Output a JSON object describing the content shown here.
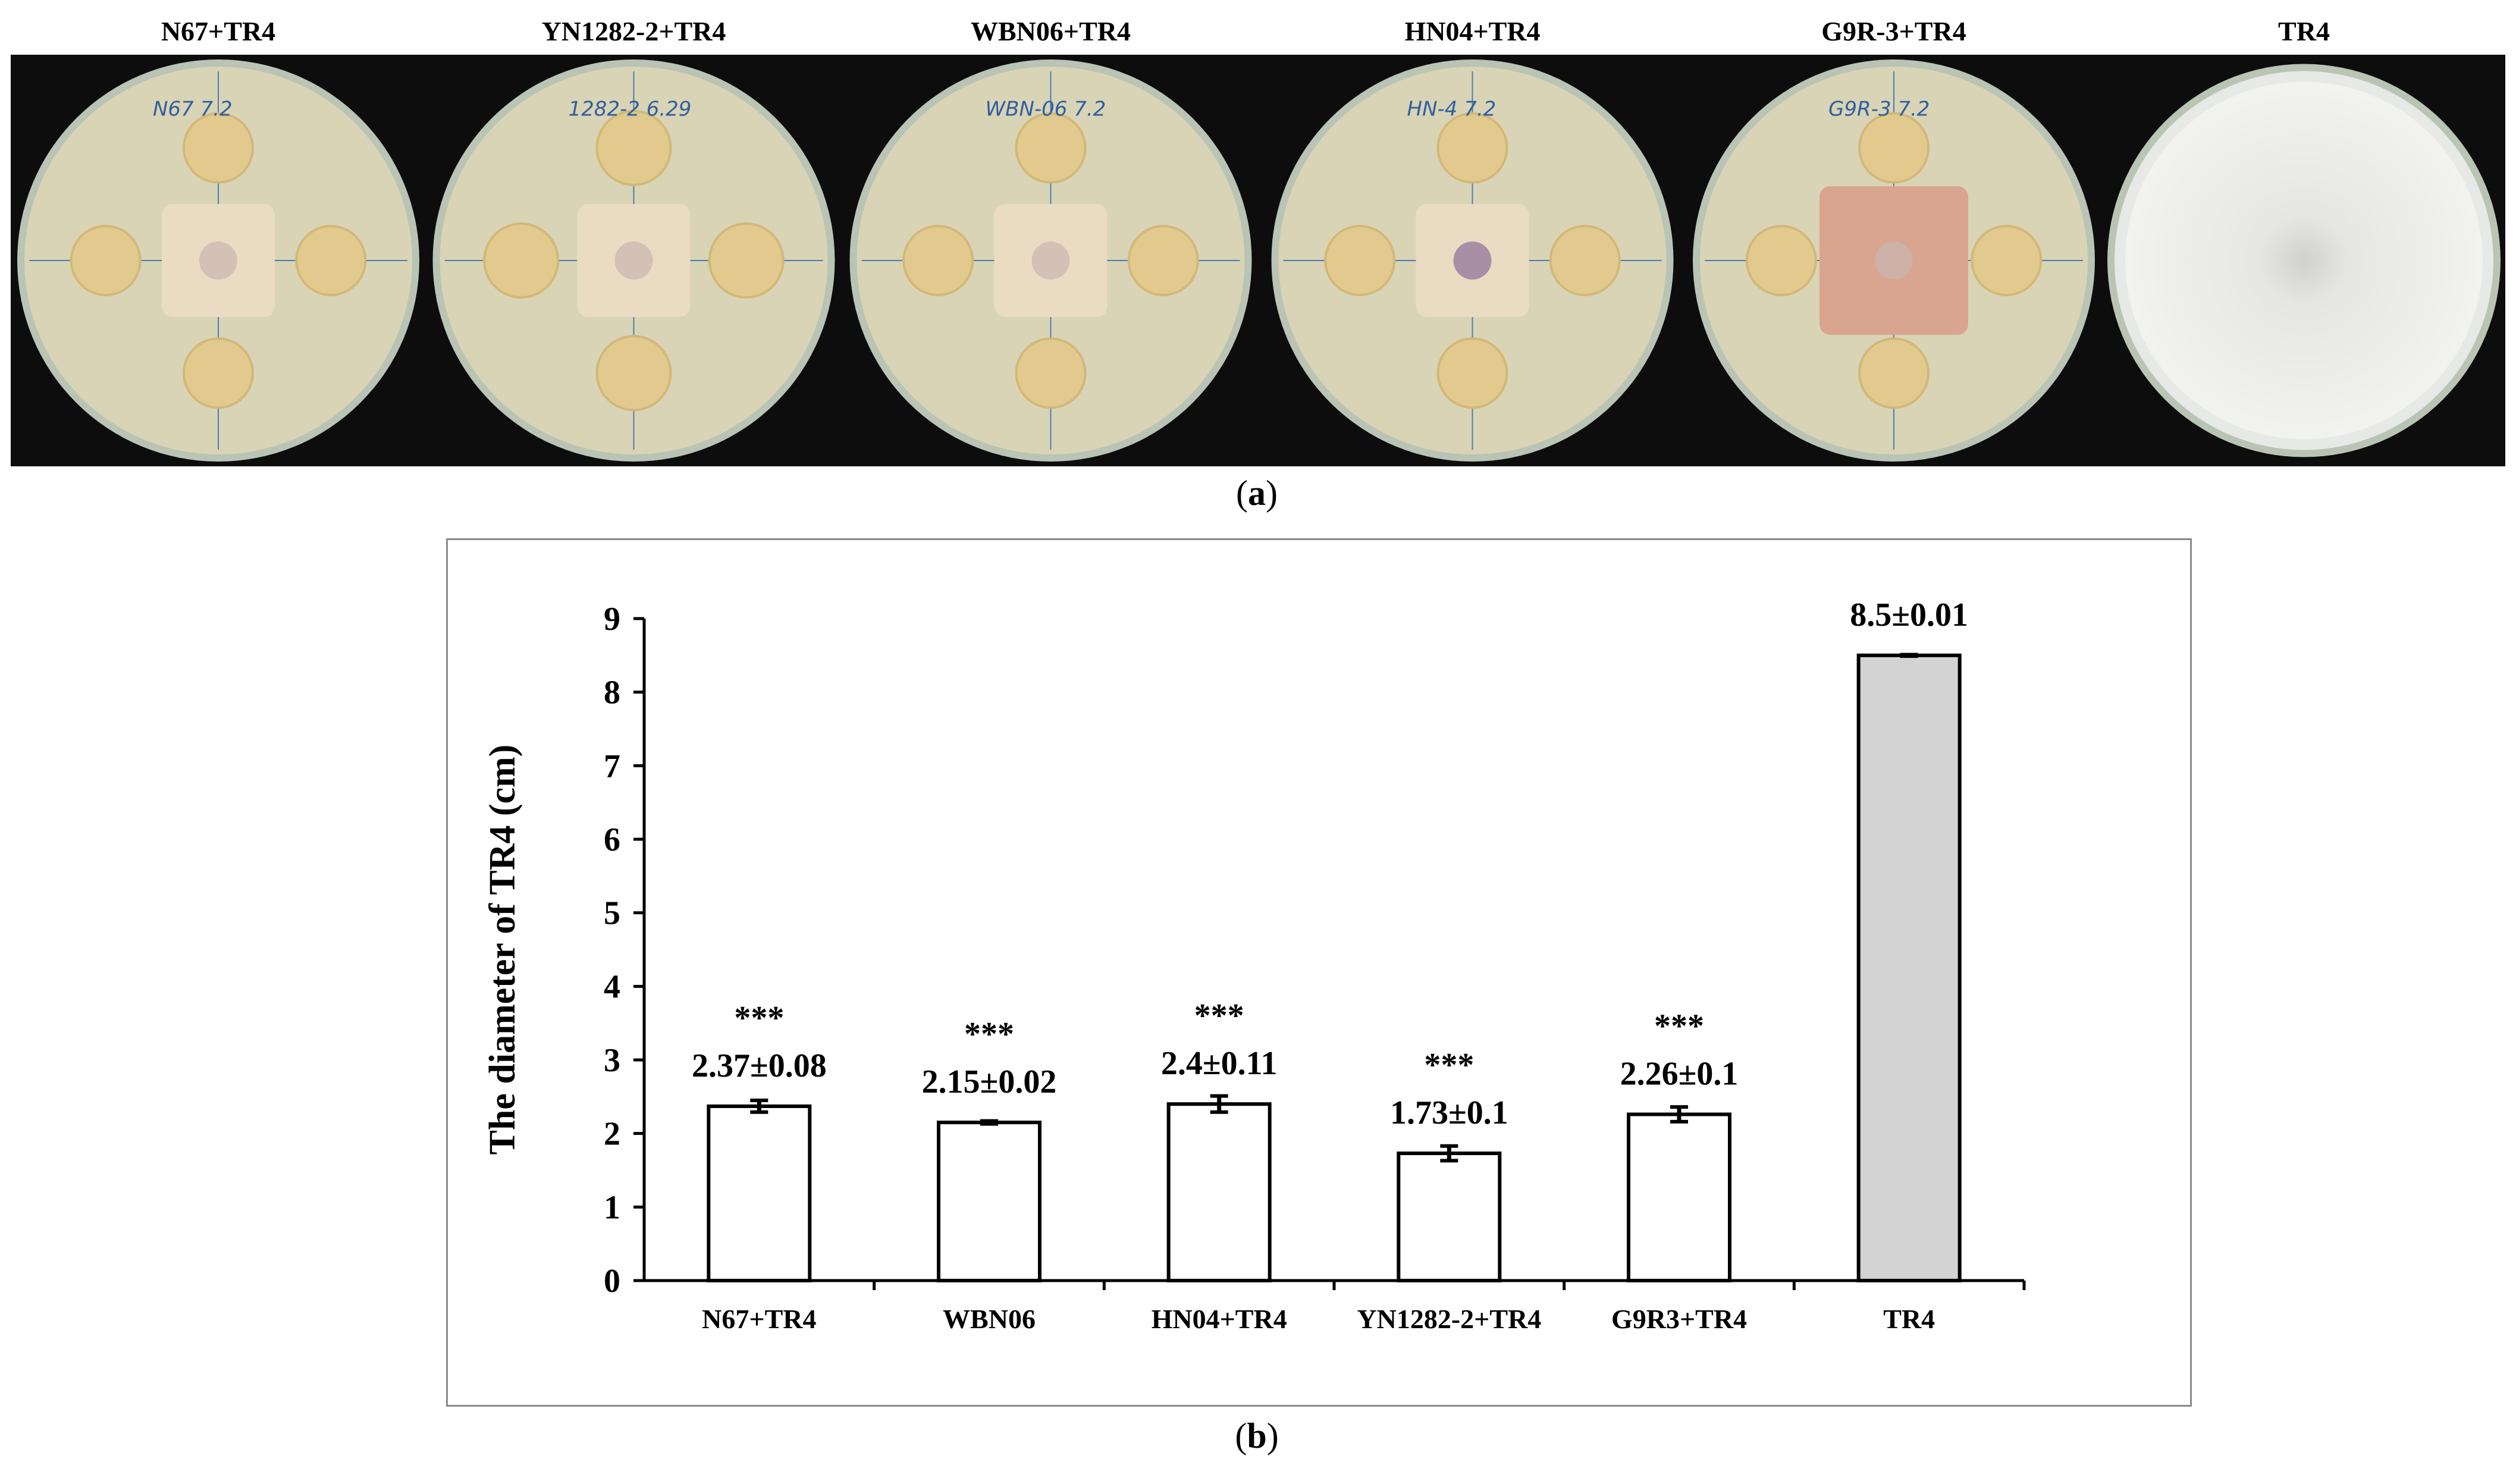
{
  "panel_a": {
    "caption_open": "(",
    "caption_letter": "a",
    "caption_close": ")",
    "plates": [
      {
        "label": "N67+TR4",
        "dish_text": "N67 7.2",
        "kind": "dual"
      },
      {
        "label": "YN1282-2+TR4",
        "dish_text": "1282-2 6.29",
        "kind": "dual"
      },
      {
        "label": "WBN06+TR4",
        "dish_text": "WBN-06 7.2",
        "kind": "dual"
      },
      {
        "label": "HN04+TR4",
        "dish_text": "HN-4 7.2",
        "kind": "dual"
      },
      {
        "label": "G9R-3+TR4",
        "dish_text": "G9R-3 7.2",
        "kind": "dual"
      },
      {
        "label": "TR4",
        "dish_text": "",
        "kind": "control"
      }
    ]
  },
  "panel_b": {
    "caption_open": "(",
    "caption_letter": "b",
    "caption_close": ")"
  },
  "chart_data": {
    "type": "bar",
    "categories": [
      "N67+TR4",
      "WBN06",
      "HN04+TR4",
      "YN1282-2+TR4",
      "G9R3+TR4",
      "TR4"
    ],
    "values": [
      2.37,
      2.15,
      2.4,
      1.73,
      2.26,
      8.5
    ],
    "errors": [
      0.08,
      0.02,
      0.11,
      0.1,
      0.1,
      0.01
    ],
    "data_labels": [
      "2.37±0.08",
      "2.15±0.02",
      "2.4±0.11",
      "1.73±0.1",
      "2.26±0.1",
      "8.5±0.01"
    ],
    "significance": [
      "***",
      "***",
      "***",
      "***",
      "***",
      ""
    ],
    "bar_colors": [
      "#ffffff",
      "#ffffff",
      "#ffffff",
      "#ffffff",
      "#ffffff",
      "#d3d3d3"
    ],
    "ylabel": "The diameter of TR4 (cm)",
    "xlabel": "",
    "ylim": [
      0,
      9
    ],
    "yticks": [
      0,
      1,
      2,
      3,
      4,
      5,
      6,
      7,
      8,
      9
    ],
    "grid": false
  }
}
